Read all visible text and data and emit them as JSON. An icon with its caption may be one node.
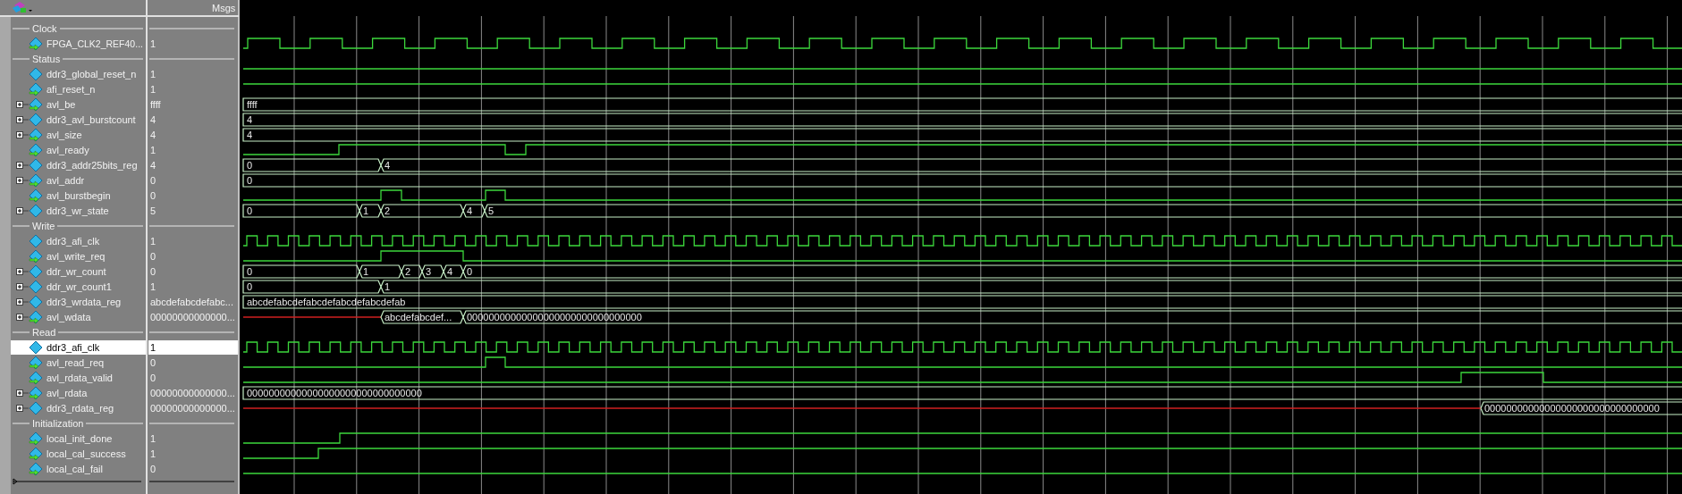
{
  "diagram": {
    "labels": [
      "Msgs",
      "Clock",
      "FPGA_CLK2_REF40...",
      "1",
      "Status",
      "ddr3_global_reset_n",
      "1",
      "afi_reset_n",
      "1",
      "avl_be",
      "ffff",
      "ffff",
      "ddr3_avl_burstcount",
      "4",
      "4",
      "avl_size",
      "4",
      "4",
      "avl_ready",
      "1",
      "ddr3_addr25bits_reg",
      "4",
      "0",
      "4",
      "avl_addr",
      "0",
      "0",
      "avl_burstbegin",
      "0",
      "ddr3_wr_state",
      "5",
      "0",
      "1",
      "2",
      "4",
      "5",
      "Write",
      "ddr3_afi_clk",
      "1",
      "avl_write_req",
      "0",
      "ddr_wr_count",
      "0",
      "0",
      "1",
      "2",
      "3",
      "4",
      "0",
      "ddr_wr_count1",
      "1",
      "0",
      "1",
      "ddr3_wrdata_reg",
      "abcdefabcdefabc...",
      "abcdefabcdefabcdefabcdefabcdefab",
      "avl_wdata",
      "00000000000000...",
      "abcdefabcdef...",
      "00000000000000000000000000000000",
      "Read",
      "ddr3_afi_clk",
      "1",
      "avl_read_req",
      "0",
      "avl_rdata_valid",
      "0",
      "avl_rdata",
      "00000000000000...",
      "00000000000000000000000000000000",
      "ddr3_rdata_reg",
      "00000000000000...",
      "00000000000000000000000000000000",
      "Initialization",
      "local_init_done",
      "1",
      "local_cal_success",
      "1",
      "local_cal_fail",
      "0"
    ]
  }
}
